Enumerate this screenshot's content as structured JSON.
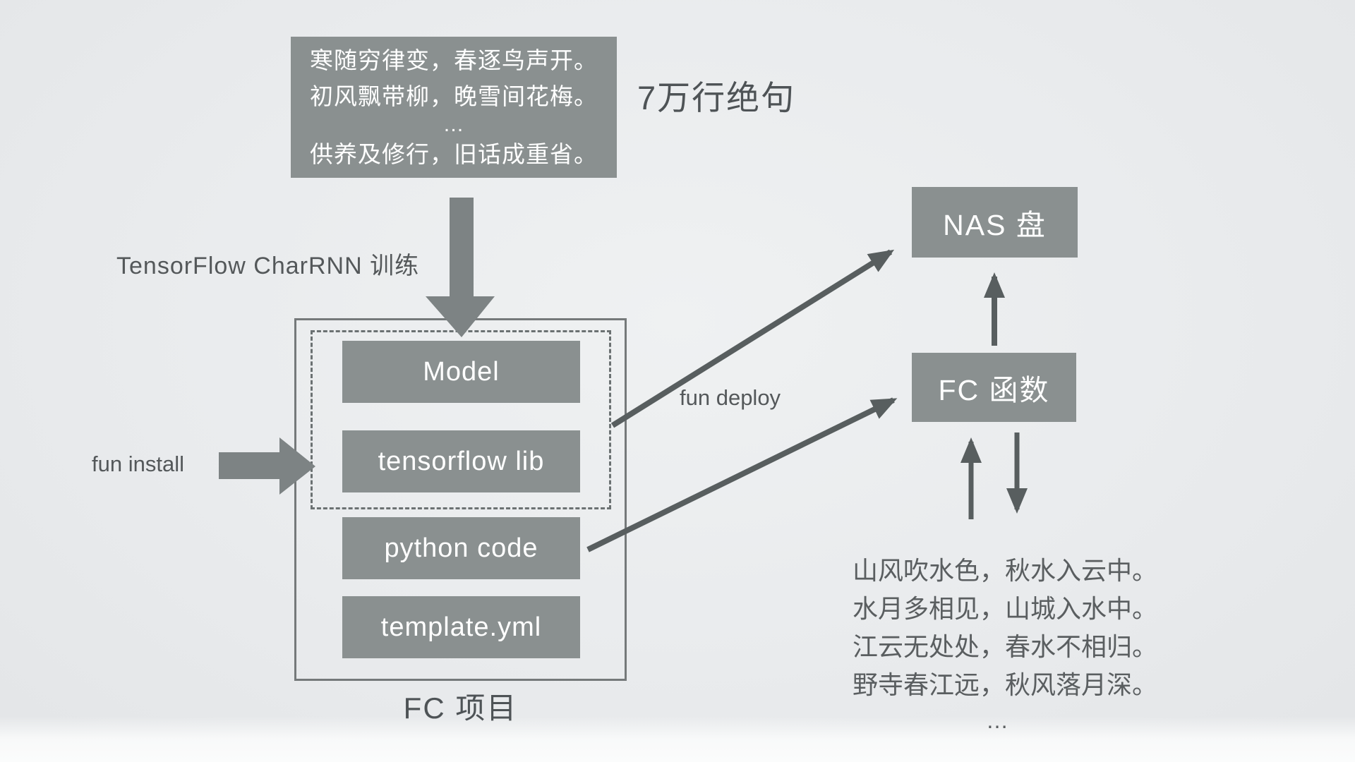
{
  "colors": {
    "background_top": "#eff1f2",
    "background_bottom": "#e3e5e7",
    "box_fill": "#8a9090",
    "box_text": "#ffffff",
    "label_text": "#54585a",
    "arrow_line": "#585e5f",
    "arrow_block": "#7d8384",
    "frame_border": "#75797a"
  },
  "training_sample": {
    "lines": [
      "寒随穷律变，春逐鸟声开。",
      "初风飘带柳，晚雪间花梅。",
      "…",
      "供养及修行，旧话成重省。"
    ],
    "caption": "7万行绝句"
  },
  "training_arrow_label": "TensorFlow CharRNN 训练",
  "fc_project": {
    "title": "FC 项目",
    "model_label": "Model",
    "tensorflow_lib_label": "tensorflow lib",
    "python_code_label": "python code",
    "template_label": "template.yml"
  },
  "install_label": "fun install",
  "deploy_label": "fun deploy",
  "nas_label": "NAS 盘",
  "fc_function_label": "FC 函数",
  "output_sample": {
    "lines": [
      "山风吹水色，秋水入云中。",
      "水月多相见，山城入水中。",
      "江云无处处，春水不相归。",
      "野寺春江远，秋风落月深。",
      "…"
    ]
  }
}
